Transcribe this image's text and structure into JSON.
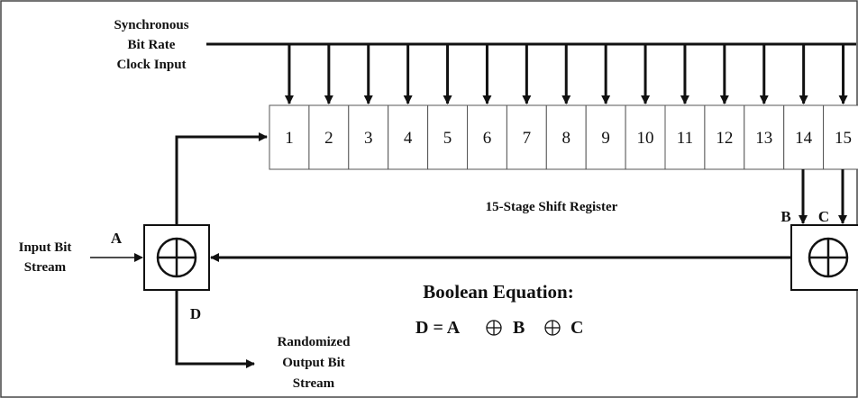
{
  "clock_label": [
    "Synchronous",
    "Bit Rate",
    "Clock Input"
  ],
  "register_title": "15-Stage Shift Register",
  "stages": [
    "1",
    "2",
    "3",
    "4",
    "5",
    "6",
    "7",
    "8",
    "9",
    "10",
    "11",
    "12",
    "13",
    "14",
    "15"
  ],
  "labels": {
    "a": "A",
    "b": "B",
    "c": "C",
    "d": "D"
  },
  "input_label": [
    "Input Bit",
    "Stream"
  ],
  "output_label": [
    "Randomized",
    "Output Bit",
    "Stream"
  ],
  "equation_title": "Boolean Equation:",
  "equation": {
    "lhs": "D = A",
    "term2": "B",
    "term3": "C"
  },
  "colors": {
    "line": "#111111",
    "background": "#ffffff"
  }
}
